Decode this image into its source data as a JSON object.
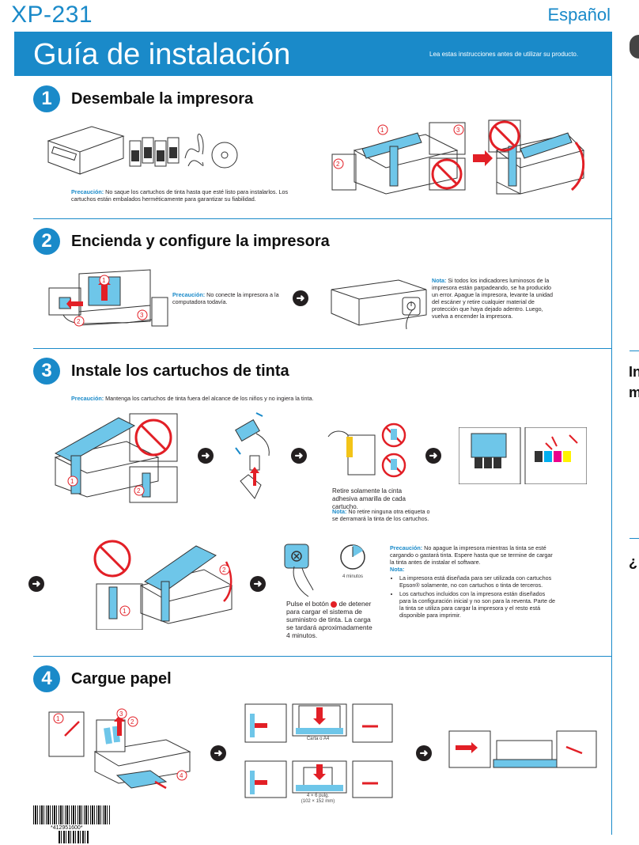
{
  "header": {
    "model": "XP-231",
    "language": "Español",
    "title": "Guía de instalación",
    "subtitle": "Lea estas instrucciones antes de utilizar su producto."
  },
  "steps": [
    {
      "number": "1",
      "title": "Desembale la impresora",
      "caution_label": "Precaución:",
      "caution_text": "No saque los cartuchos de tinta hasta que esté listo para instalarlos. Los cartuchos están embalados herméticamente para garantizar su fiabilidad."
    },
    {
      "number": "2",
      "title": "Encienda y configure la impresora",
      "caution_label": "Precaución:",
      "caution_text": "No conecte la impresora a la computadora todavía.",
      "note_label": "Nota:",
      "note_text": "Si todos los indicadores luminosos de la impresora están parpadeando, se ha producido un error. Apague la impresora, levante la unidad del escáner y retire cualquier material de protección que haya dejado adentro. Luego, vuelva a encender la impresora."
    },
    {
      "number": "3",
      "title": "Instale los cartuchos de tinta",
      "caution_label": "Precaución:",
      "caution_text": "Mantenga los cartuchos de tinta fuera del alcance de los niños y no ingiera la tinta.",
      "tape_text": "Retire solamente la cinta adhesiva amarilla de cada cartucho.",
      "tape_note_label": "Nota:",
      "tape_note_text": "No retire ninguna otra etiqueta o se derramará la tinta de los cartuchos.",
      "timer_label": "4 minutos",
      "press_text_1": "Pulse el botón",
      "press_text_2": "de detener para cargar el sistema de suministro de tinta. La carga se tardará aproximadamente 4 minutos.",
      "caution2_label": "Precaución:",
      "caution2_text": "No apague la impresora mientras la tinta se esté cargando o gastará tinta. Espere hasta que se termine de cargar la tinta antes de instalar el software.",
      "note2_label": "Nota:",
      "note2_items": [
        "La impresora está diseñada para ser utilizada con cartuchos Epson® solamente, no con cartuchos o tinta de terceros.",
        "Los cartuchos incluidos con la impresora están diseñados para la configuración inicial y no son para la reventa. Parte de la tinta se utiliza para cargar la impresora y el resto está disponible para imprimir."
      ]
    },
    {
      "number": "4",
      "title": "Cargue papel",
      "caption_letter": "Carta o A4",
      "caption_photo_1": "4 × 6 pulg.",
      "caption_photo_2": "(102 × 152 mm)"
    }
  ],
  "side": {
    "text1a": "In",
    "text1b": "m",
    "text2": "¿"
  },
  "barcode": "*412951600*",
  "colors": {
    "accent": "#1a8ac9",
    "red": "#e21f26",
    "text": "#231f20"
  }
}
